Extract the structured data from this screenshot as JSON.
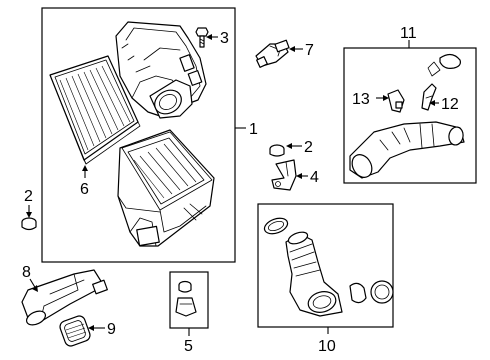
{
  "callouts": {
    "c1": "1",
    "c2a": "2",
    "c2b": "2",
    "c3": "3",
    "c4": "4",
    "c5": "5",
    "c6": "6",
    "c7": "7",
    "c8": "8",
    "c9": "9",
    "c10": "10",
    "c11": "11",
    "c12": "12",
    "c13": "13"
  },
  "colors": {
    "ink": "#000000",
    "paper": "#ffffff"
  }
}
